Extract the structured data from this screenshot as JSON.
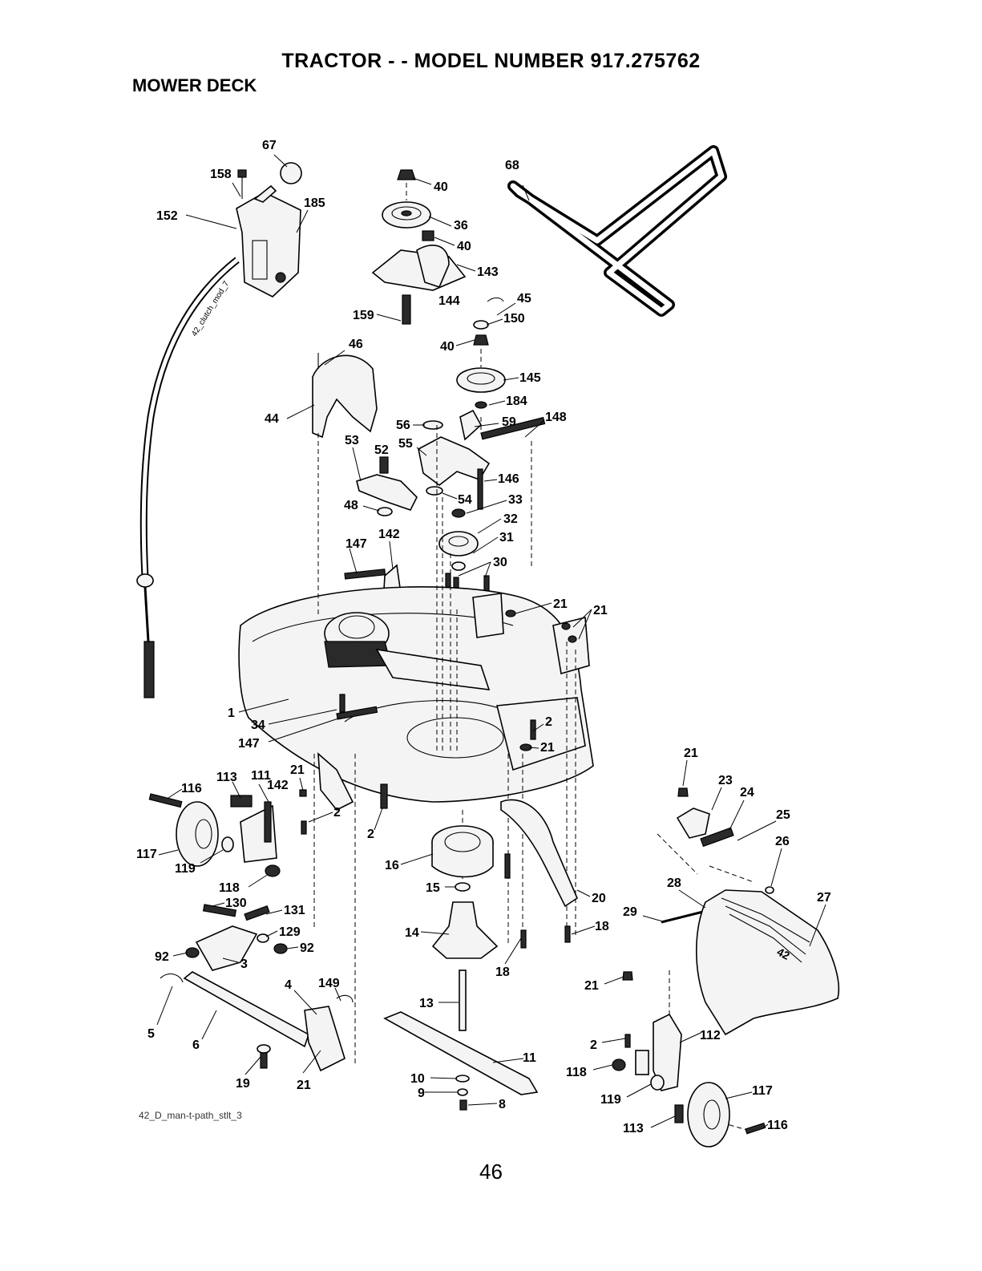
{
  "header": {
    "title": "TRACTOR - - MODEL NUMBER 917.275762",
    "section": "MOWER DECK"
  },
  "diagram": {
    "code": "42_D_man-t-path_stlt_3",
    "cable_label": "42_clutch_mod_7",
    "deck_badge": "42",
    "callouts": [
      {
        "id": "c67",
        "text": "67"
      },
      {
        "id": "c158",
        "text": "158"
      },
      {
        "id": "c185",
        "text": "185"
      },
      {
        "id": "c152",
        "text": "152"
      },
      {
        "id": "c40a",
        "text": "40"
      },
      {
        "id": "c36",
        "text": "36"
      },
      {
        "id": "c40b",
        "text": "40"
      },
      {
        "id": "c143",
        "text": "143"
      },
      {
        "id": "c144",
        "text": "144"
      },
      {
        "id": "c159",
        "text": "159"
      },
      {
        "id": "c68",
        "text": "68"
      },
      {
        "id": "c45",
        "text": "45"
      },
      {
        "id": "c150",
        "text": "150"
      },
      {
        "id": "c40c",
        "text": "40"
      },
      {
        "id": "c46",
        "text": "46"
      },
      {
        "id": "c145",
        "text": "145"
      },
      {
        "id": "c184",
        "text": "184"
      },
      {
        "id": "c44",
        "text": "44"
      },
      {
        "id": "c56",
        "text": "56"
      },
      {
        "id": "c59",
        "text": "59"
      },
      {
        "id": "c148",
        "text": "148"
      },
      {
        "id": "c53",
        "text": "53"
      },
      {
        "id": "c52",
        "text": "52"
      },
      {
        "id": "c55",
        "text": "55"
      },
      {
        "id": "c146",
        "text": "146"
      },
      {
        "id": "c48",
        "text": "48"
      },
      {
        "id": "c54",
        "text": "54"
      },
      {
        "id": "c33",
        "text": "33"
      },
      {
        "id": "c32",
        "text": "32"
      },
      {
        "id": "c147a",
        "text": "147"
      },
      {
        "id": "c142a",
        "text": "142"
      },
      {
        "id": "c31",
        "text": "31"
      },
      {
        "id": "c30",
        "text": "30"
      },
      {
        "id": "c21a",
        "text": "21"
      },
      {
        "id": "c21b",
        "text": "21"
      },
      {
        "id": "c1",
        "text": "1"
      },
      {
        "id": "c34",
        "text": "34"
      },
      {
        "id": "c147b",
        "text": "147"
      },
      {
        "id": "c2a",
        "text": "2"
      },
      {
        "id": "c21c",
        "text": "21"
      },
      {
        "id": "c21d",
        "text": "21"
      },
      {
        "id": "c23",
        "text": "23"
      },
      {
        "id": "c24",
        "text": "24"
      },
      {
        "id": "c25",
        "text": "25"
      },
      {
        "id": "c26",
        "text": "26"
      },
      {
        "id": "c116a",
        "text": "116"
      },
      {
        "id": "c113a",
        "text": "113"
      },
      {
        "id": "c111",
        "text": "111"
      },
      {
        "id": "c142b",
        "text": "142"
      },
      {
        "id": "c21e",
        "text": "21"
      },
      {
        "id": "c2b",
        "text": "2"
      },
      {
        "id": "c2c",
        "text": "2"
      },
      {
        "id": "c117a",
        "text": "117"
      },
      {
        "id": "c119a",
        "text": "119"
      },
      {
        "id": "c16",
        "text": "16"
      },
      {
        "id": "c118a",
        "text": "118"
      },
      {
        "id": "c15",
        "text": "15"
      },
      {
        "id": "c20",
        "text": "20"
      },
      {
        "id": "c28",
        "text": "28"
      },
      {
        "id": "c27",
        "text": "27"
      },
      {
        "id": "c130",
        "text": "130"
      },
      {
        "id": "c131",
        "text": "131"
      },
      {
        "id": "c29",
        "text": "29"
      },
      {
        "id": "c129",
        "text": "129"
      },
      {
        "id": "c14",
        "text": "14"
      },
      {
        "id": "c18a",
        "text": "18"
      },
      {
        "id": "c92a",
        "text": "92"
      },
      {
        "id": "c92b",
        "text": "92"
      },
      {
        "id": "c3",
        "text": "3"
      },
      {
        "id": "c18b",
        "text": "18"
      },
      {
        "id": "c21f",
        "text": "21"
      },
      {
        "id": "c4",
        "text": "4"
      },
      {
        "id": "c149",
        "text": "149"
      },
      {
        "id": "c13",
        "text": "13"
      },
      {
        "id": "c5",
        "text": "5"
      },
      {
        "id": "c6",
        "text": "6"
      },
      {
        "id": "c112",
        "text": "112"
      },
      {
        "id": "c2d",
        "text": "2"
      },
      {
        "id": "c11",
        "text": "11"
      },
      {
        "id": "c19",
        "text": "19"
      },
      {
        "id": "c21g",
        "text": "21"
      },
      {
        "id": "c10",
        "text": "10"
      },
      {
        "id": "c118b",
        "text": "118"
      },
      {
        "id": "c117b",
        "text": "117"
      },
      {
        "id": "c9",
        "text": "9"
      },
      {
        "id": "c8",
        "text": "8"
      },
      {
        "id": "c119b",
        "text": "119"
      },
      {
        "id": "c116b",
        "text": "116"
      },
      {
        "id": "c113b",
        "text": "113"
      }
    ]
  },
  "footer": {
    "page_number": "46"
  }
}
